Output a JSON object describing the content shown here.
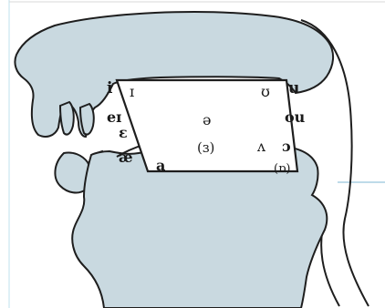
{
  "diagram": {
    "colors": {
      "tissue_fill": "#c9d9e0",
      "outline": "#1e1e1e",
      "background": "#ffffff",
      "accent_line": "#a9cfe2",
      "label": "#1a1a1a"
    },
    "vowels": {
      "i": "i",
      "ih": "ɪ",
      "ei": "eɪ",
      "eps": "ɛ",
      "ae": "æ",
      "a": "a",
      "schwa": "ə",
      "er": "(ɜ)",
      "u": "u",
      "uh": "ʊ",
      "ou": "ou",
      "wedge": "ʌ",
      "open_o": "ɔ",
      "open_back": "(ɒ)"
    }
  }
}
